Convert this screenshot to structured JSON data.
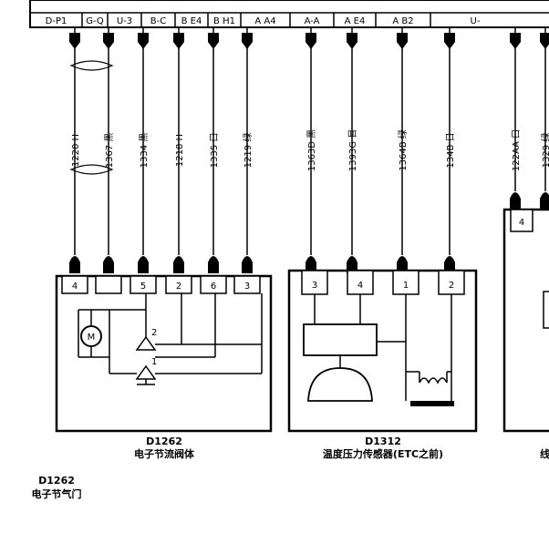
{
  "header_connectors": [
    "D-P1",
    "G-Q",
    "U-3",
    "B-C",
    "B E4",
    "B H1",
    "A A4",
    "A-A",
    "A E4",
    "A B2",
    "U-"
  ],
  "wires": [
    {
      "id": "w1",
      "text": "1220 H"
    },
    {
      "id": "w2",
      "text": "1367 黑"
    },
    {
      "id": "w3",
      "text": "1334 黑"
    },
    {
      "id": "w4",
      "text": "1218 H"
    },
    {
      "id": "w5",
      "text": "1335 口"
    },
    {
      "id": "w6",
      "text": "1219 绿"
    },
    {
      "id": "w7",
      "text": "1363D 黑"
    },
    {
      "id": "w8",
      "text": "1393G 目"
    },
    {
      "id": "w9",
      "text": "1364B 绿"
    },
    {
      "id": "w10",
      "text": "134B 日"
    },
    {
      "id": "w11",
      "text": "122AA 口"
    },
    {
      "id": "w12",
      "text": "1329 绿"
    }
  ],
  "module_left": {
    "pins": [
      "4",
      "",
      "5",
      "2",
      "6",
      "3"
    ],
    "motor_symbol": "M",
    "sensor_labels": [
      "2",
      "1"
    ],
    "code": "D1262",
    "name": "电子节流阀体"
  },
  "module_mid": {
    "pins": [
      "3",
      "4",
      "1",
      "2"
    ],
    "code": "D1312",
    "name": "温度压力传感器(ETC之前)"
  },
  "module_right": {
    "pins": [
      "4"
    ],
    "name_fragment": "线"
  },
  "footer": {
    "code": "D1262",
    "name": "电子节气门"
  }
}
